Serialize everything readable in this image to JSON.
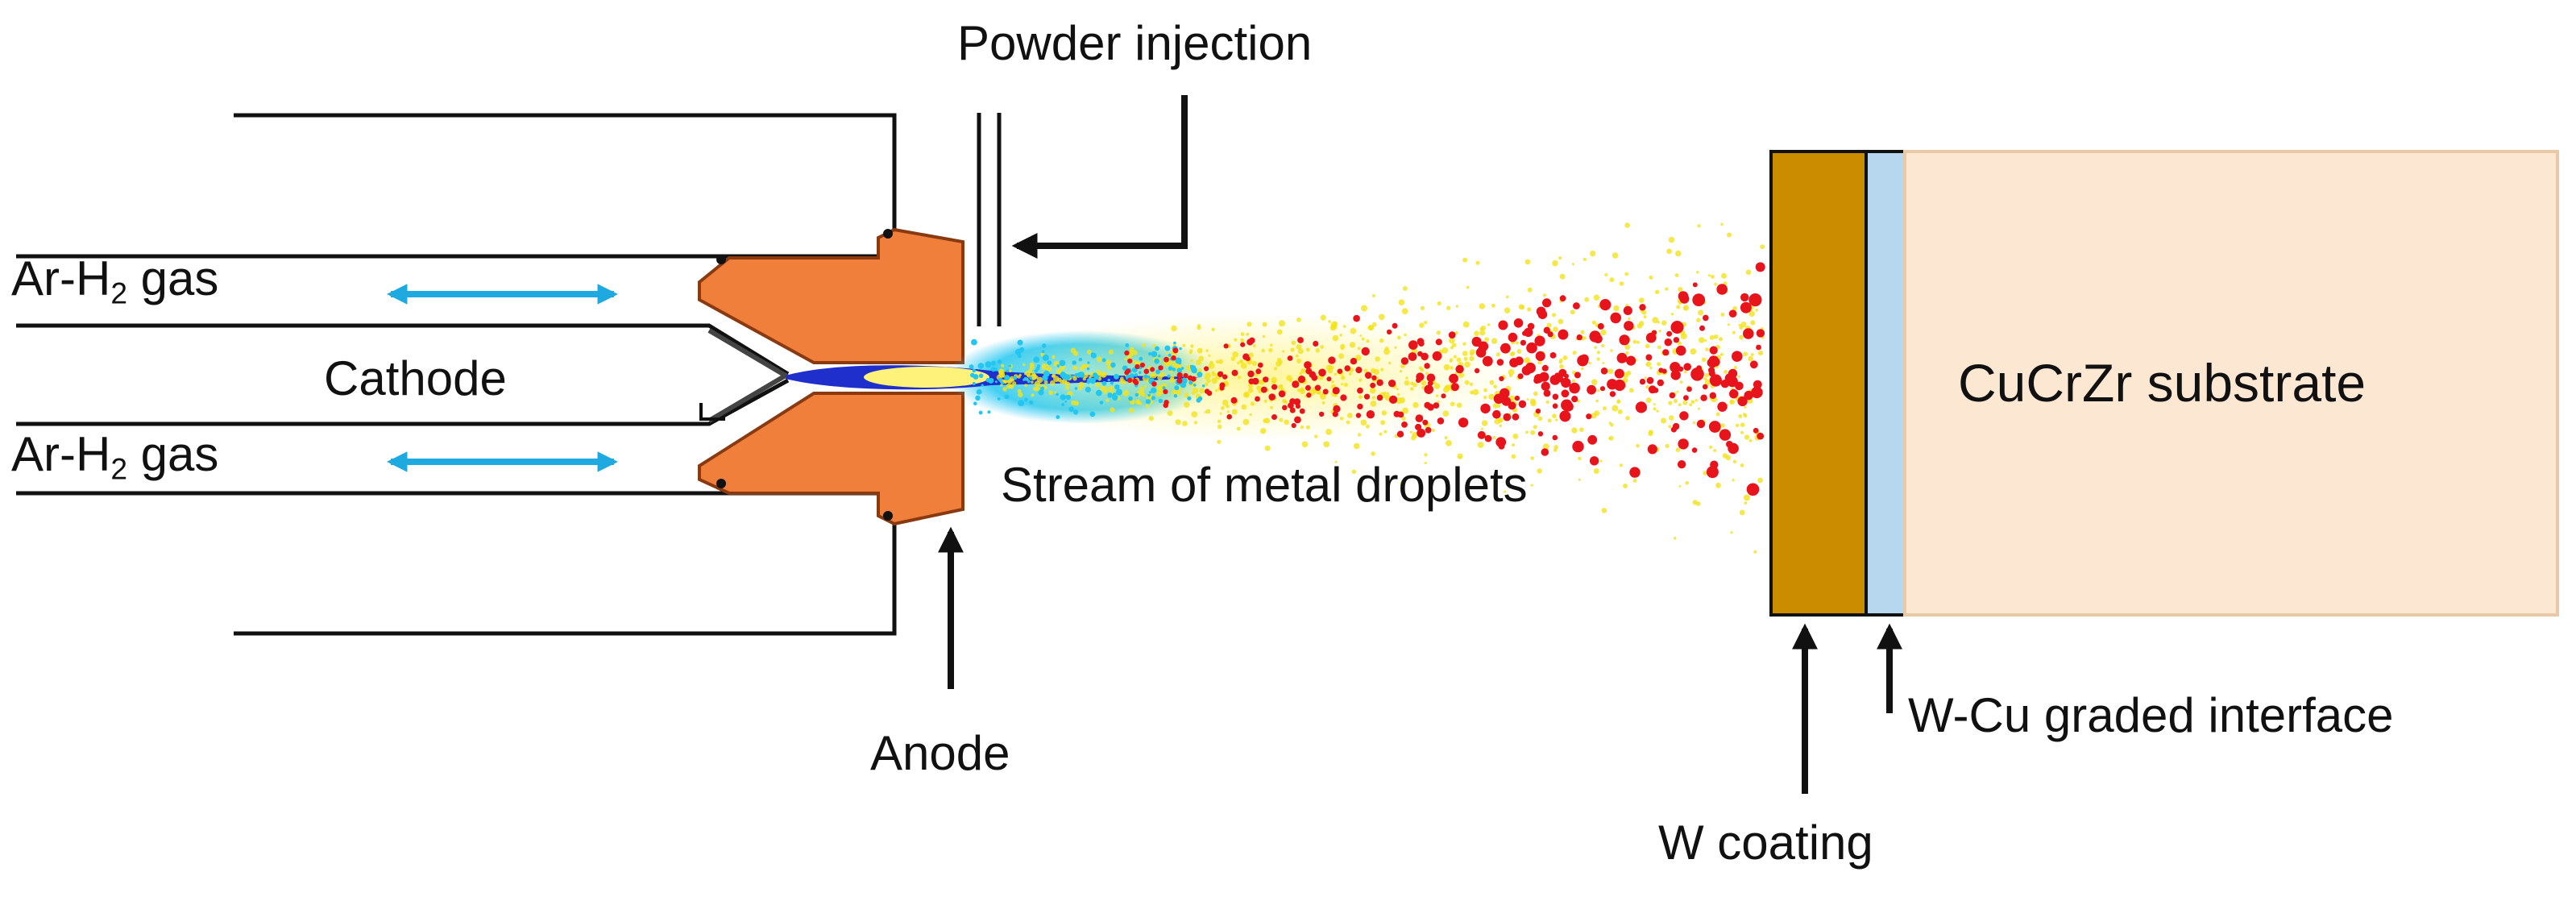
{
  "labels": {
    "powder_injection": "Powder injection",
    "gas_top_prefix": "Ar-H",
    "gas_top_sub": "2",
    "gas_top_suffix": " gas",
    "gas_bottom_prefix": "Ar-H",
    "gas_bottom_sub": "2",
    "gas_bottom_suffix": " gas",
    "cathode": "Cathode",
    "anode": "Anode",
    "stream": "Stream of metal droplets",
    "substrate": "CuCrZr substrate",
    "graded_interface": "W-Cu graded interface",
    "w_coating": "W coating"
  },
  "colors": {
    "anode": "#F07F3C",
    "anode_edge": "#8A3A10",
    "gas_arrow": "#1FA9E1",
    "w_coating": "#CC8C00",
    "graded_interface": "#B7D7EE",
    "substrate": "#FCE7D3",
    "substrate_edge": "#E8C9A8",
    "plume_core": "#1E2FCC",
    "plume_cyan": "#22C6F0",
    "droplets_yellow": "#F2E21E",
    "droplets_red": "#E8141C",
    "line": "#111111"
  },
  "icons": [
    "double-arrow-icon",
    "arrow-up-icon",
    "arrow-left-icon"
  ]
}
